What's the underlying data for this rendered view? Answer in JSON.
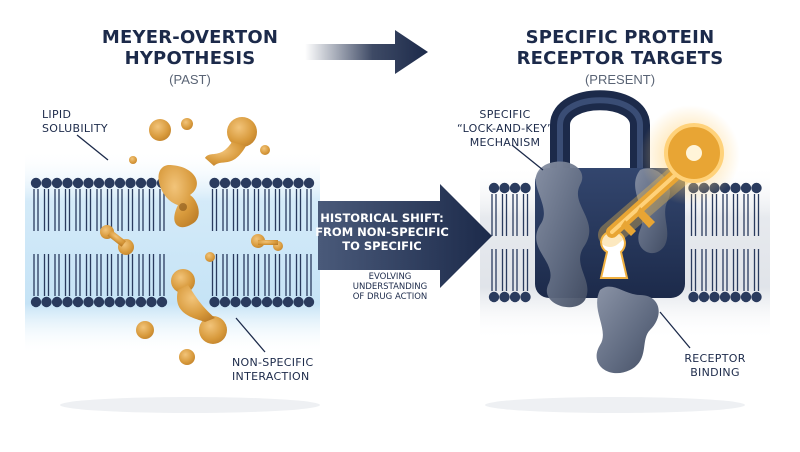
{
  "left_panel": {
    "title_line1": "MEYER-OVERTON",
    "title_line2": "HYPOTHESIS",
    "subtitle": "(PAST)",
    "label_top_line1": "LIPID",
    "label_top_line2": "SOLUBILITY",
    "label_bottom_line1": "NON-SPECIFIC",
    "label_bottom_line2": "INTERACTION"
  },
  "right_panel": {
    "title_line1": "SPECIFIC PROTEIN",
    "title_line2": "RECEPTOR TARGETS",
    "subtitle": "(PRESENT)",
    "label_top_line1": "SPECIFIC",
    "label_top_line2": "“LOCK-AND-KEY”",
    "label_top_line3": "MECHANISM",
    "label_bottom_line1": "RECEPTOR",
    "label_bottom_line2": "BINDING"
  },
  "center": {
    "shift_line1": "HISTORICAL SHIFT:",
    "shift_line2": "FROM NON-SPECIFIC",
    "shift_line3": "TO SPECIFIC",
    "evolve_line1": "EVOLVING",
    "evolve_line2": "UNDERSTANDING",
    "evolve_line3": "OF DRUG ACTION"
  },
  "colors": {
    "navy": "#1c2a4a",
    "lipid_head": "#2a3b5e",
    "orange": "#d89a3c",
    "gold": "#f0b040",
    "protein": "#5a6478",
    "membrane_glow": "#bfe0f5"
  },
  "icons": [
    "lipid-bilayer-icon",
    "drug-molecule-icon",
    "padlock-icon",
    "key-icon",
    "receptor-protein-icon",
    "arrow-right-icon"
  ]
}
